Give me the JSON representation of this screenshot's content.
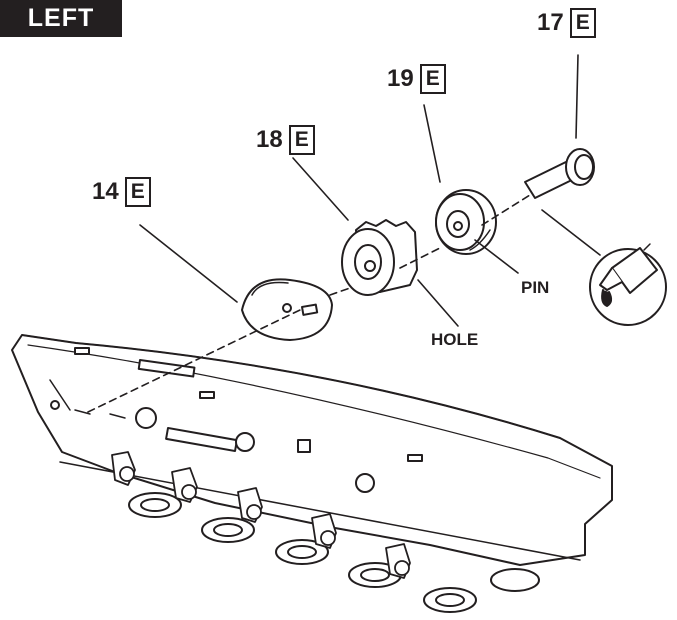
{
  "side_tag": "LEFT",
  "parts": [
    {
      "number": "17",
      "letter": "E"
    },
    {
      "number": "19",
      "letter": "E"
    },
    {
      "number": "18",
      "letter": "E"
    },
    {
      "number": "14",
      "letter": "E"
    }
  ],
  "callouts": {
    "pin": "PIN",
    "hole": "HOLE"
  },
  "colors": {
    "ink": "#231f20",
    "paper": "#ffffff",
    "tag_background": "#231f20"
  },
  "icons": {
    "glue": "glue-tube-icon"
  }
}
